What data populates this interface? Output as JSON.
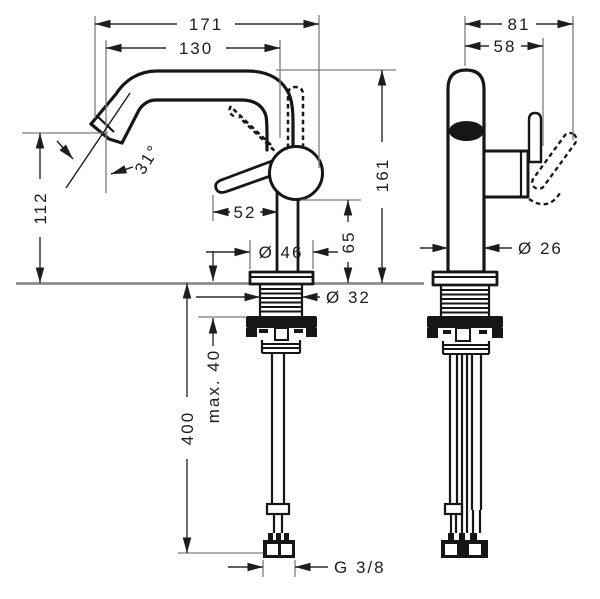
{
  "drawing": {
    "kind": "faucet installation dimension drawing, two orthographic views",
    "colors": {
      "line": "#161616",
      "extension_line": "#7d7d7d",
      "deck_line": "#8c8c8c",
      "background": "#ffffff"
    },
    "labels": {
      "left": {
        "reach_total": "171",
        "reach_spout": "130",
        "spout_height": "112",
        "spout_angle": "31°",
        "lever_length": "52",
        "height_total": "161",
        "height_hub": "65",
        "base_diameter": "Ø 46",
        "shank_diameter": "Ø 32",
        "max_deck_thickness": "max. 40",
        "hose_length": "400",
        "connection_thread": "G 3/8"
      },
      "right": {
        "width_total": "81",
        "width_handle": "58",
        "body_diameter": "Ø 26"
      }
    }
  }
}
